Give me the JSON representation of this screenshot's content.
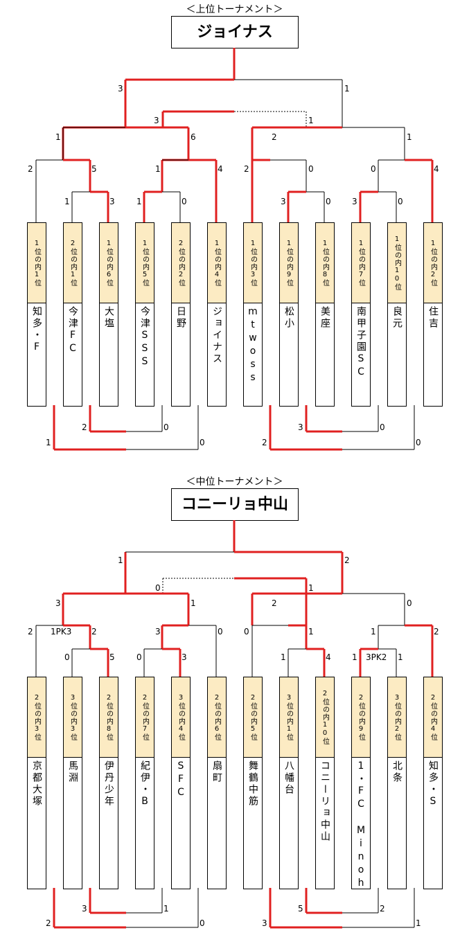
{
  "upper": {
    "heading": "＜上位トーナメント＞",
    "champion": "ジョイナス",
    "teams": [
      {
        "seed": "1位の内1位",
        "name": "知多・F"
      },
      {
        "seed": "2位の内1位",
        "name": "今津FC"
      },
      {
        "seed": "1位の内6位",
        "name": "大塩"
      },
      {
        "seed": "1位の内5位",
        "name": "今津SSS"
      },
      {
        "seed": "2位の内2位",
        "name": "日野"
      },
      {
        "seed": "1位の内4位",
        "name": "ジョイナス"
      },
      {
        "seed": "1位の内3位",
        "name": "mtwoss"
      },
      {
        "seed": "1位の内9位",
        "name": "松小"
      },
      {
        "seed": "1位の内8位",
        "name": "美座"
      },
      {
        "seed": "1位の内7位",
        "name": "南甲子園SC"
      },
      {
        "seed": "1位の内10位",
        "name": "良元"
      },
      {
        "seed": "1位の内2位",
        "name": "住吉"
      }
    ],
    "scores": {
      "final_left": "3",
      "final_right": "1",
      "third_left": "3",
      "third_right": "1",
      "sf_l_left": "1",
      "sf_l_right": "6",
      "sf_r_left": "2",
      "sf_r_right": "1",
      "q1_left": "2",
      "q1_right": "5",
      "q2_left": "1",
      "q2_right": "4",
      "q3_left": "2",
      "q3_right": "0",
      "q4_left": "0",
      "q4_right": "4",
      "r1_left": "1",
      "r1_right": "3",
      "r2_left": "1",
      "r2_right": "0",
      "r3_left": "3",
      "r3_right": "0",
      "r4_left": "3",
      "r4_right": "0",
      "b1_in_left": "2",
      "b1_in_right": "0",
      "b1_out_left": "1",
      "b1_out_right": "0",
      "b2_in_left": "3",
      "b2_in_right": "0",
      "b2_out_left": "2",
      "b2_out_right": "0"
    }
  },
  "middle": {
    "heading": "＜中位トーナメント＞",
    "champion": "コニーリョ中山",
    "teams": [
      {
        "seed": "2位の内3位",
        "name": "京都大塚"
      },
      {
        "seed": "3位の内3位",
        "name": "馬淵"
      },
      {
        "seed": "2位の内8位",
        "name": "伊丹少年"
      },
      {
        "seed": "2位の内7位",
        "name": "紀伊・B"
      },
      {
        "seed": "3位の内4位",
        "name": "SFC"
      },
      {
        "seed": "2位の内6位",
        "name": "扇町"
      },
      {
        "seed": "2位の内5位",
        "name": "舞鶴中筋"
      },
      {
        "seed": "3位の内1位",
        "name": "八幡台"
      },
      {
        "seed": "2位の内10位",
        "name": "コニーリョ中山"
      },
      {
        "seed": "2位の内9位",
        "name": "1・FC Minoh"
      },
      {
        "seed": "3位の内2位",
        "name": "北条"
      },
      {
        "seed": "2位の内4位",
        "name": "知多・S"
      }
    ],
    "scores": {
      "final_left": "1",
      "final_right": "2",
      "third_left": "0",
      "third_right": "1",
      "sf_l_left": "3",
      "sf_l_right": "1",
      "sf_r_left": "2",
      "sf_r_right": "0",
      "q1_left": "2",
      "q1_right": "2",
      "q1_pk": "1PK3",
      "q2_left": "3",
      "q2_right": "0",
      "q3_left": "0",
      "q3_right": "1",
      "q4_left": "1",
      "q4_right": "2",
      "r1_left": "0",
      "r1_right": "5",
      "r2_left": "0",
      "r2_right": "3",
      "r3_left": "1",
      "r3_right": "4",
      "r4_left": "1",
      "r4_right": "1",
      "r4_pk": "3PK2",
      "b1_in_left": "3",
      "b1_in_right": "1",
      "b1_out_left": "2",
      "b1_out_right": "0",
      "b2_in_left": "5",
      "b2_in_right": "2",
      "b2_out_left": "3",
      "b2_out_right": "1"
    }
  },
  "colors": {
    "winner": "#e02020",
    "loser": "#000000",
    "seed_bg": "#fcebc3"
  }
}
